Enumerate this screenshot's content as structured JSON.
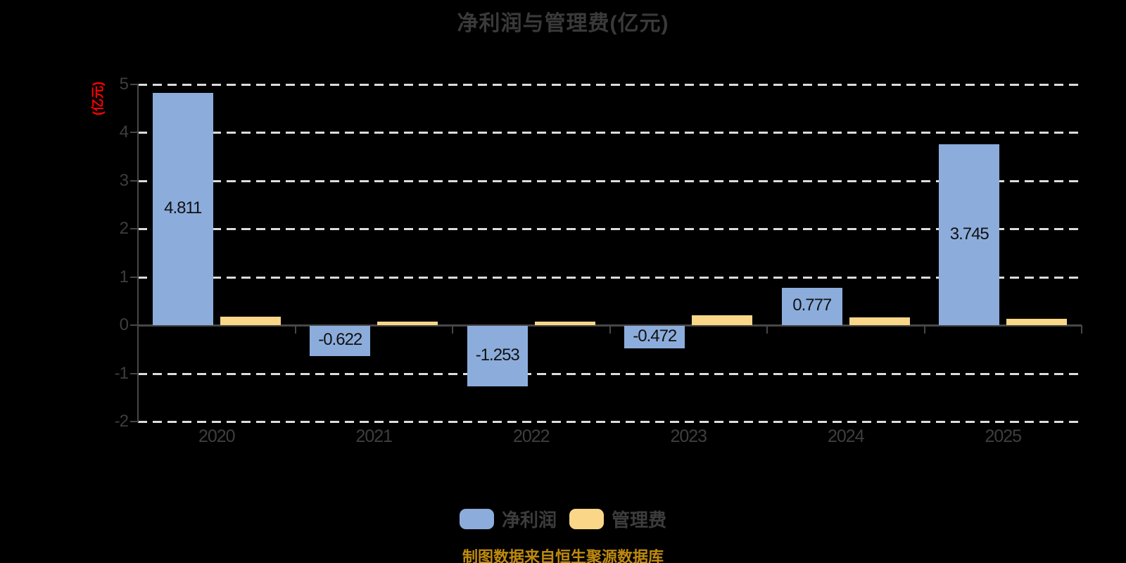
{
  "title": "净利润与管理费(亿元)",
  "y_axis_name": "(亿元)",
  "source_note": "制图数据来自恒生聚源数据库",
  "colors": {
    "background": "#000000",
    "net_profit_bar": "#8CADDC",
    "mgmt_fee_bar": "#FAD689",
    "y_axis_name_red": "#FF0000",
    "grid_dash": "#DCDCDC",
    "axis_line": "#474747",
    "tick_text": "#3E3E3E",
    "title_text": "#3A3A3A",
    "bar_label_text": "#111111",
    "source_note_gold": "#BE8A0E"
  },
  "legend": {
    "items": [
      {
        "label": "净利润",
        "color_key": "net_profit_bar"
      },
      {
        "label": "管理费",
        "color_key": "mgmt_fee_bar"
      }
    ]
  },
  "chart_data": {
    "type": "bar",
    "title": "净利润与管理费(亿元)",
    "ylabel": "(亿元)",
    "categories": [
      "2020",
      "2021",
      "2022",
      "2023",
      "2024",
      "2025"
    ],
    "series": [
      {
        "name": "净利润",
        "color_key": "net_profit_bar",
        "values": [
          4.811,
          -0.622,
          -1.253,
          -0.472,
          0.777,
          3.745
        ],
        "data_labels_shown": true,
        "data_labels": [
          "4.811",
          "-0.622",
          "-1.253",
          "-0.472",
          "0.777",
          "3.745"
        ]
      },
      {
        "name": "管理费",
        "color_key": "mgmt_fee_bar",
        "values": [
          0.18,
          0.08,
          0.07,
          0.21,
          0.16,
          0.13
        ],
        "data_labels_shown": false
      }
    ],
    "ylim": [
      -2,
      5
    ],
    "y_ticks": [
      5,
      4,
      3,
      2,
      1,
      0,
      -1,
      -2
    ],
    "grid": "horizontal dashed",
    "legend_position": "bottom"
  }
}
